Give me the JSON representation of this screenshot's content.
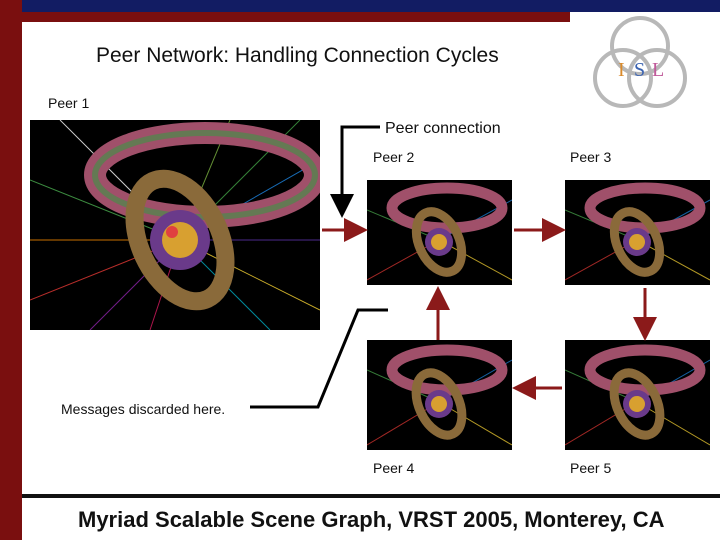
{
  "slide": {
    "title": "Peer Network:  Handling Connection Cycles",
    "footer": "Myriad Scalable Scene Graph, VRST 2005, Monterey, CA",
    "logo_text": [
      "I",
      "S",
      "L"
    ]
  },
  "labels": {
    "peer1": "Peer 1",
    "peer2": "Peer 2",
    "peer3": "Peer 3",
    "peer4": "Peer 4",
    "peer5": "Peer 5",
    "peer_connection": "Peer connection",
    "messages_discarded": "Messages discarded here."
  },
  "colors": {
    "maroon": "#7a0f0f",
    "navy": "#121c63",
    "arrow": "#8b1a1a"
  }
}
